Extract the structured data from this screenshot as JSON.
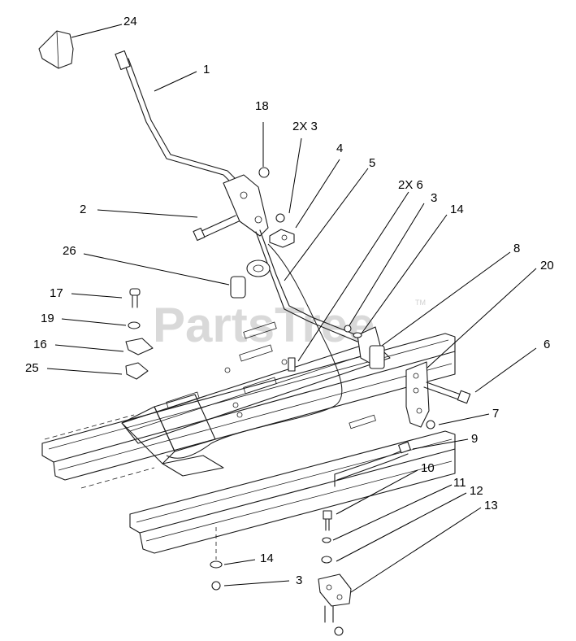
{
  "watermark": {
    "text": "PartsTree",
    "trademark": "TM"
  },
  "callouts": [
    {
      "id": "c24",
      "label": "24"
    },
    {
      "id": "c1",
      "label": "1"
    },
    {
      "id": "c18",
      "label": "18"
    },
    {
      "id": "c2x3",
      "label": "2X 3"
    },
    {
      "id": "c4",
      "label": "4"
    },
    {
      "id": "c5",
      "label": "5"
    },
    {
      "id": "c2x6",
      "label": "2X 6"
    },
    {
      "id": "c3a",
      "label": "3"
    },
    {
      "id": "c14a",
      "label": "14"
    },
    {
      "id": "c2",
      "label": "2"
    },
    {
      "id": "c26",
      "label": "26"
    },
    {
      "id": "c8",
      "label": "8"
    },
    {
      "id": "c20",
      "label": "20"
    },
    {
      "id": "c17",
      "label": "17"
    },
    {
      "id": "c19",
      "label": "19"
    },
    {
      "id": "c16",
      "label": "16"
    },
    {
      "id": "c25",
      "label": "25"
    },
    {
      "id": "c6",
      "label": "6"
    },
    {
      "id": "c7",
      "label": "7"
    },
    {
      "id": "c9",
      "label": "9"
    },
    {
      "id": "c10",
      "label": "10"
    },
    {
      "id": "c11",
      "label": "11"
    },
    {
      "id": "c12",
      "label": "12"
    },
    {
      "id": "c13",
      "label": "13"
    },
    {
      "id": "c14b",
      "label": "14"
    },
    {
      "id": "c3b",
      "label": "3"
    }
  ]
}
